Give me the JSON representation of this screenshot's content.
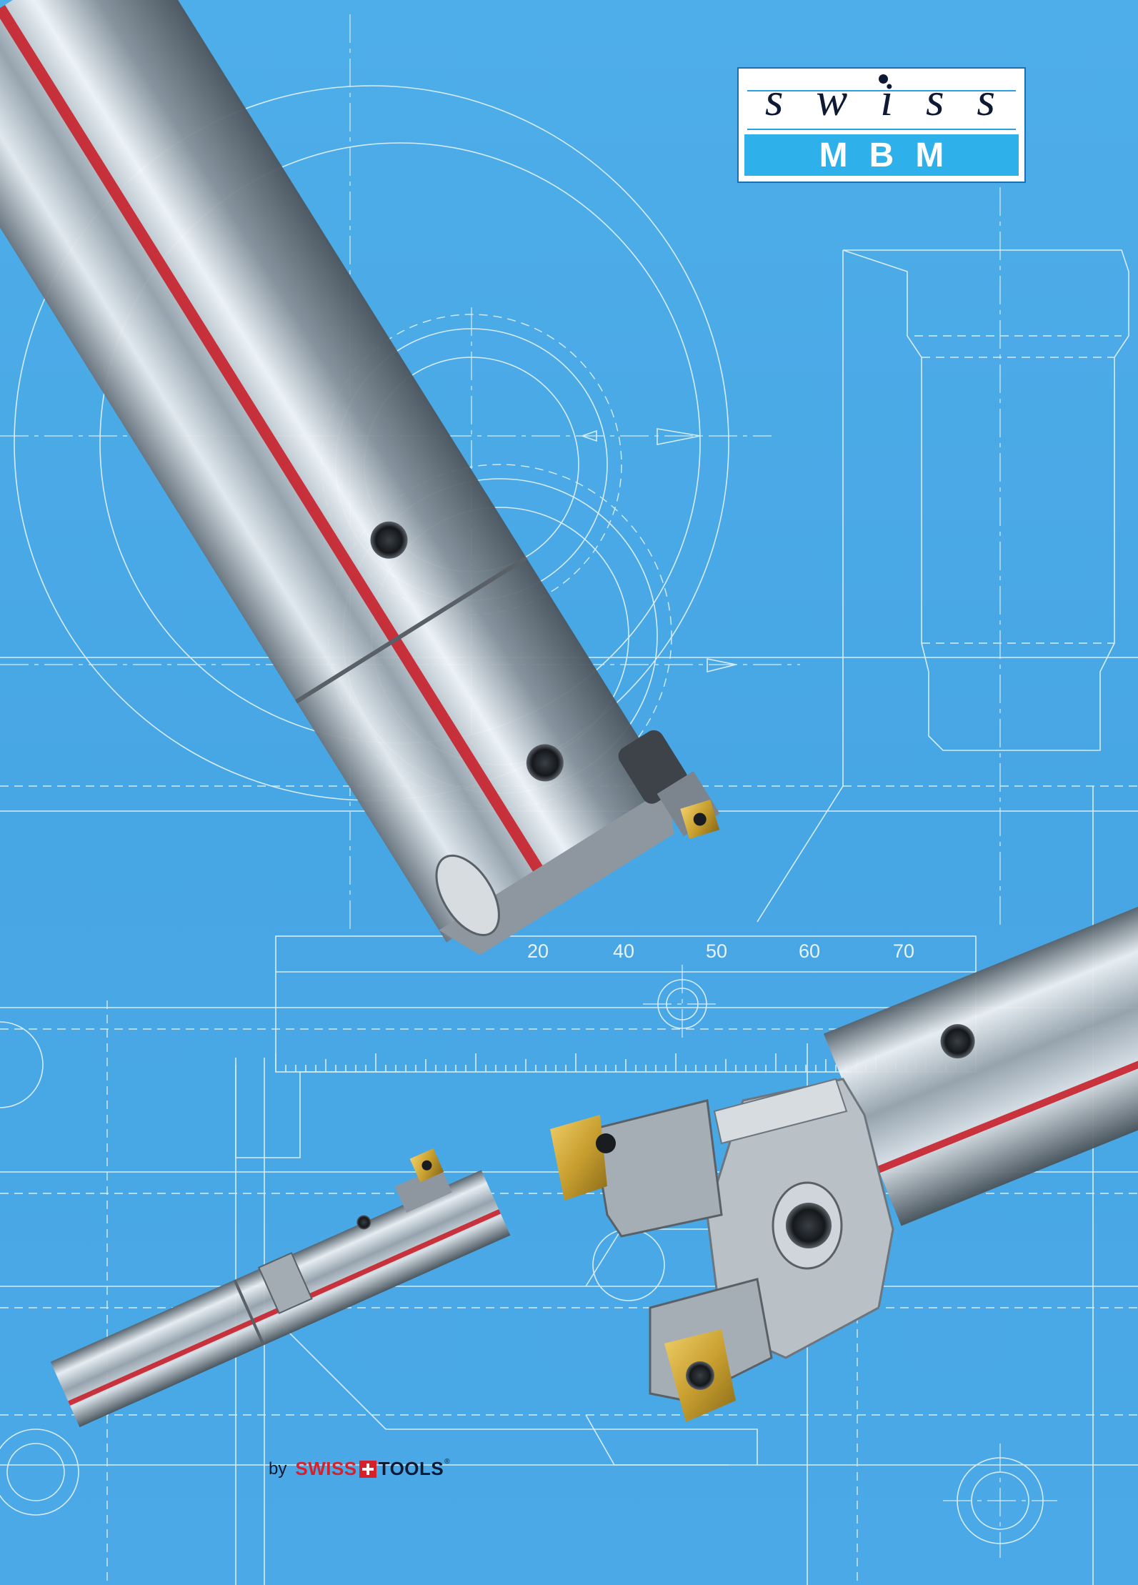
{
  "logo": {
    "letters": [
      "s",
      "w",
      "i",
      "s",
      "s"
    ],
    "band": "MBM"
  },
  "ruler": {
    "labels": [
      "20",
      "40",
      "50",
      "60",
      "70"
    ]
  },
  "byline": {
    "prefix": "by",
    "brand_part1": "SWISS",
    "brand_part2": "TOOLS",
    "trademark": "®"
  },
  "colors": {
    "background": "#4aa8e6",
    "blueprint_lines": "#d6ecfa",
    "steel": "#c9ced4",
    "red_stripe": "#d1202a",
    "insert_gold": "#c9a030",
    "logo_band": "#2eb0ea"
  }
}
